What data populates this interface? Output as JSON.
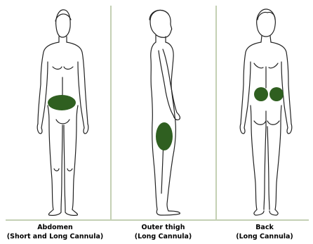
{
  "colors": {
    "site_fill": "#2f5f20",
    "divider": "#8aa06a",
    "outline": "#222222"
  },
  "panels": [
    {
      "title": "Abdomen",
      "subtitle": "(Short and Long Cannula)"
    },
    {
      "title": "Outer thigh",
      "subtitle": "(Long Cannula)"
    },
    {
      "title": "Back",
      "subtitle": "(Long Cannula)"
    }
  ]
}
